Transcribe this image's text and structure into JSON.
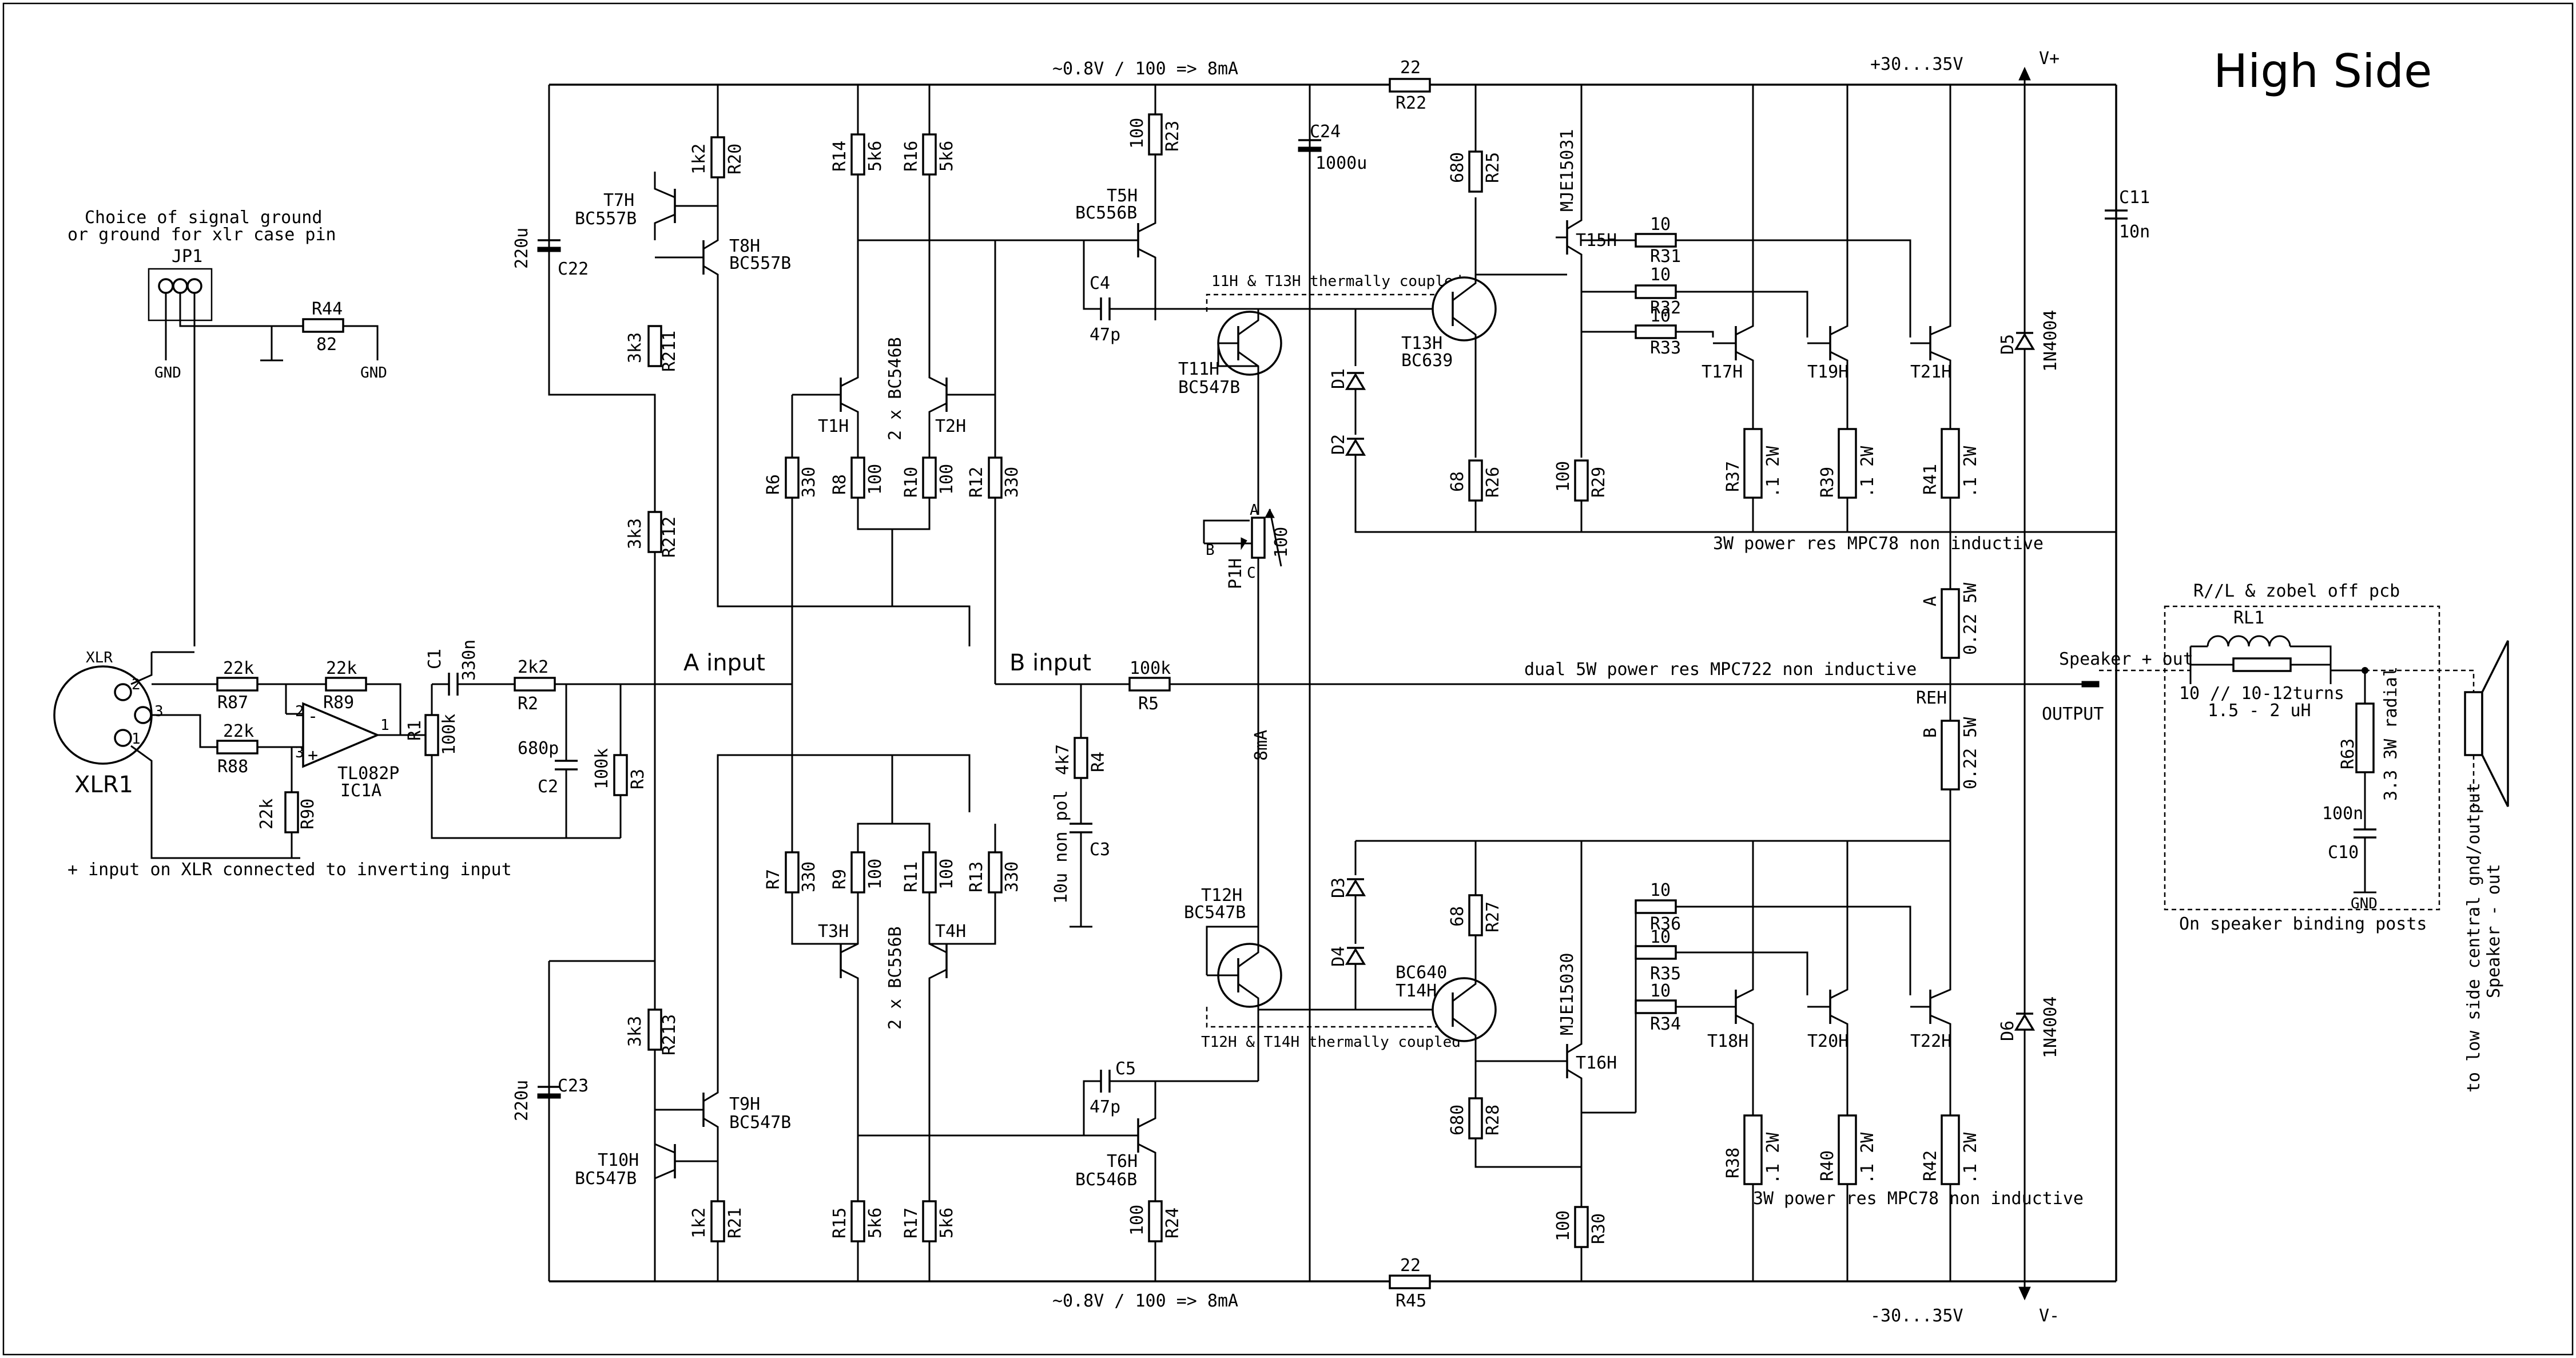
{
  "title": "High Side",
  "supply": {
    "pos_rail": "+30...35V",
    "neg_rail": "-30...35V",
    "v_plus": "V+",
    "v_minus": "V-",
    "top_current_note": "~0.8V / 100 => 8mA",
    "bottom_current_note": "~0.8V / 100 => 8mA"
  },
  "input": {
    "ground_choice_line1": "Choice of signal ground",
    "ground_choice_line2": "or ground for xlr case pin",
    "jp1": "JP1",
    "gnd": "GND",
    "xlr_pin": "XLR",
    "xlr_name": "XLR1",
    "pin1": "1",
    "pin2": "2",
    "pin3": "3",
    "xlr_note": "+ input on XLR connected to inverting input",
    "a_input": "A input",
    "b_input": "B input",
    "opamp_name": "TL082P",
    "opamp_ref": "IC1A",
    "opamp_plus": "+",
    "opamp_minus": "-"
  },
  "resistors": {
    "R44": {
      "ref": "R44",
      "value": "82"
    },
    "R87": {
      "ref": "R87",
      "value": "22k"
    },
    "R89": {
      "ref": "R89",
      "value": "22k"
    },
    "R88": {
      "ref": "R88",
      "value": "22k"
    },
    "R90": {
      "ref": "R90",
      "value": "22k"
    },
    "R1": {
      "ref": "R1",
      "value": "100k"
    },
    "R2": {
      "ref": "R2",
      "value": "2k2"
    },
    "R3": {
      "ref": "R3",
      "value": "100k"
    },
    "R20": {
      "ref": "R20",
      "value": "1k2"
    },
    "R211": {
      "ref": "R211",
      "value": "3k3"
    },
    "R212": {
      "ref": "R212",
      "value": "3k3"
    },
    "R213": {
      "ref": "R213",
      "value": "3k3"
    },
    "R21": {
      "ref": "R21",
      "value": "1k2"
    },
    "R14": {
      "ref": "R14",
      "value": "5k6"
    },
    "R16": {
      "ref": "R16",
      "value": "5k6"
    },
    "R15": {
      "ref": "R15",
      "value": "5k6"
    },
    "R17": {
      "ref": "R17",
      "value": "5k6"
    },
    "R6": {
      "ref": "R6",
      "value": "330"
    },
    "R8": {
      "ref": "R8",
      "value": "100"
    },
    "R10": {
      "ref": "R10",
      "value": "100"
    },
    "R12": {
      "ref": "R12",
      "value": "330"
    },
    "R7": {
      "ref": "R7",
      "value": "330"
    },
    "R9": {
      "ref": "R9",
      "value": "100"
    },
    "R11": {
      "ref": "R11",
      "value": "100"
    },
    "R13": {
      "ref": "R13",
      "value": "330"
    },
    "R23": {
      "ref": "R23",
      "value": "100"
    },
    "R24": {
      "ref": "R24",
      "value": "100"
    },
    "R22": {
      "ref": "R22",
      "value": "22"
    },
    "R45": {
      "ref": "R45",
      "value": "22"
    },
    "R5": {
      "ref": "R5",
      "value": "100k"
    },
    "R4": {
      "ref": "R4",
      "value": "4k7"
    },
    "R25": {
      "ref": "R25",
      "value": "680"
    },
    "R26": {
      "ref": "R26",
      "value": "68"
    },
    "R27": {
      "ref": "R27",
      "value": "68"
    },
    "R28": {
      "ref": "R28",
      "value": "680"
    },
    "R29": {
      "ref": "R29",
      "value": "100"
    },
    "R30": {
      "ref": "R30",
      "value": "100"
    },
    "R31": {
      "ref": "R31",
      "value": "10"
    },
    "R32": {
      "ref": "R32",
      "value": "10"
    },
    "R33": {
      "ref": "R33",
      "value": "10"
    },
    "R34": {
      "ref": "R34",
      "value": "10"
    },
    "R35": {
      "ref": "R35",
      "value": "10"
    },
    "R36": {
      "ref": "R36",
      "value": "10"
    },
    "R37": {
      "ref": "R37",
      "value": ".1 2W"
    },
    "R39": {
      "ref": "R39",
      "value": ".1 2W"
    },
    "R41": {
      "ref": "R41",
      "value": ".1 2W"
    },
    "R38": {
      "ref": "R38",
      "value": ".1 2W"
    },
    "R40": {
      "ref": "R40",
      "value": ".1 2W"
    },
    "R42": {
      "ref": "R42",
      "value": ".1 2W"
    },
    "RA": {
      "ref": "A",
      "value": "0.22 5W"
    },
    "RB": {
      "ref": "B",
      "value": "0.22 5W"
    },
    "R63": {
      "ref": "R63",
      "value": "3.3 3W radial"
    },
    "P1H": {
      "ref": "P1H",
      "value": "100",
      "pin_a": "A",
      "pin_b": "B",
      "pin_c": "C"
    }
  },
  "capacitors": {
    "C1": {
      "ref": "C1",
      "value": "330n"
    },
    "C2": {
      "ref": "C2",
      "value": "680p"
    },
    "C3": {
      "ref": "C3",
      "value": "10u non pol"
    },
    "C4": {
      "ref": "C4",
      "value": "47p"
    },
    "C5": {
      "ref": "C5",
      "value": "47p"
    },
    "C22": {
      "ref": "C22",
      "value": "220u"
    },
    "C23": {
      "ref": "C23",
      "value": "220u"
    },
    "C24": {
      "ref": "C24",
      "value": "1000u"
    },
    "C11": {
      "ref": "C11",
      "value": "10n"
    },
    "C10": {
      "ref": "C10",
      "value": "100n"
    }
  },
  "transistors": {
    "T7H": {
      "ref": "T7H",
      "part": "BC557B"
    },
    "T8H": {
      "ref": "T8H",
      "part": "BC557B"
    },
    "T9H": {
      "ref": "T9H",
      "part": "BC547B"
    },
    "T10H": {
      "ref": "T10H",
      "part": "BC547B"
    },
    "T1H": {
      "ref": "T1H",
      "pair": "2 x BC546B"
    },
    "T2H": {
      "ref": "T2H"
    },
    "T3H": {
      "ref": "T3H",
      "pair": "2 x BC556B"
    },
    "T4H": {
      "ref": "T4H"
    },
    "T5H": {
      "ref": "T5H",
      "part": "BC556B"
    },
    "T6H": {
      "ref": "T6H",
      "part": "BC546B"
    },
    "T11H": {
      "ref": "T11H",
      "part": "BC547B"
    },
    "T12H": {
      "ref": "T12H",
      "part": "BC547B"
    },
    "T13H": {
      "ref": "T13H",
      "part": "BC639"
    },
    "T14H": {
      "ref": "T14H",
      "part": "BC640"
    },
    "T15H": {
      "ref": "T15H",
      "part": "MJE15031"
    },
    "T16H": {
      "ref": "T16H",
      "part": "MJE15030"
    },
    "T17H": {
      "ref": "T17H"
    },
    "T19H": {
      "ref": "T19H"
    },
    "T21H": {
      "ref": "T21H"
    },
    "T18H": {
      "ref": "T18H"
    },
    "T20H": {
      "ref": "T20H"
    },
    "T22H": {
      "ref": "T22H"
    }
  },
  "diodes": {
    "D1": "D1",
    "D2": "D2",
    "D3": "D3",
    "D4": "D4",
    "D5": {
      "ref": "D5",
      "part": "1N4004"
    },
    "D6": {
      "ref": "D6",
      "part": "1N4004"
    }
  },
  "notes": {
    "thermal_top": "11H & T13H thermally coupled",
    "thermal_bottom": "T12H & T14H thermally coupled",
    "bias_current": "8mA",
    "power_res_top": "3W power res MPC78 non inductive",
    "power_res_bottom": "3W power res MPC78 non inductive",
    "dual_5w": "dual 5W power res MPC722 non inductive",
    "reh": "REH",
    "output": "OUTPUT",
    "speaker_plus": "Speaker + out",
    "speaker_minus_1": "to low side central gnd/output",
    "speaker_minus_2": "Speaker - out",
    "zobel_title": "R//L & zobel off pcb",
    "rl1": "RL1",
    "rl1_value_1": "10 // 10-12turns",
    "rl1_value_2": "1.5 - 2 uH",
    "binding_posts": "On speaker binding posts"
  }
}
